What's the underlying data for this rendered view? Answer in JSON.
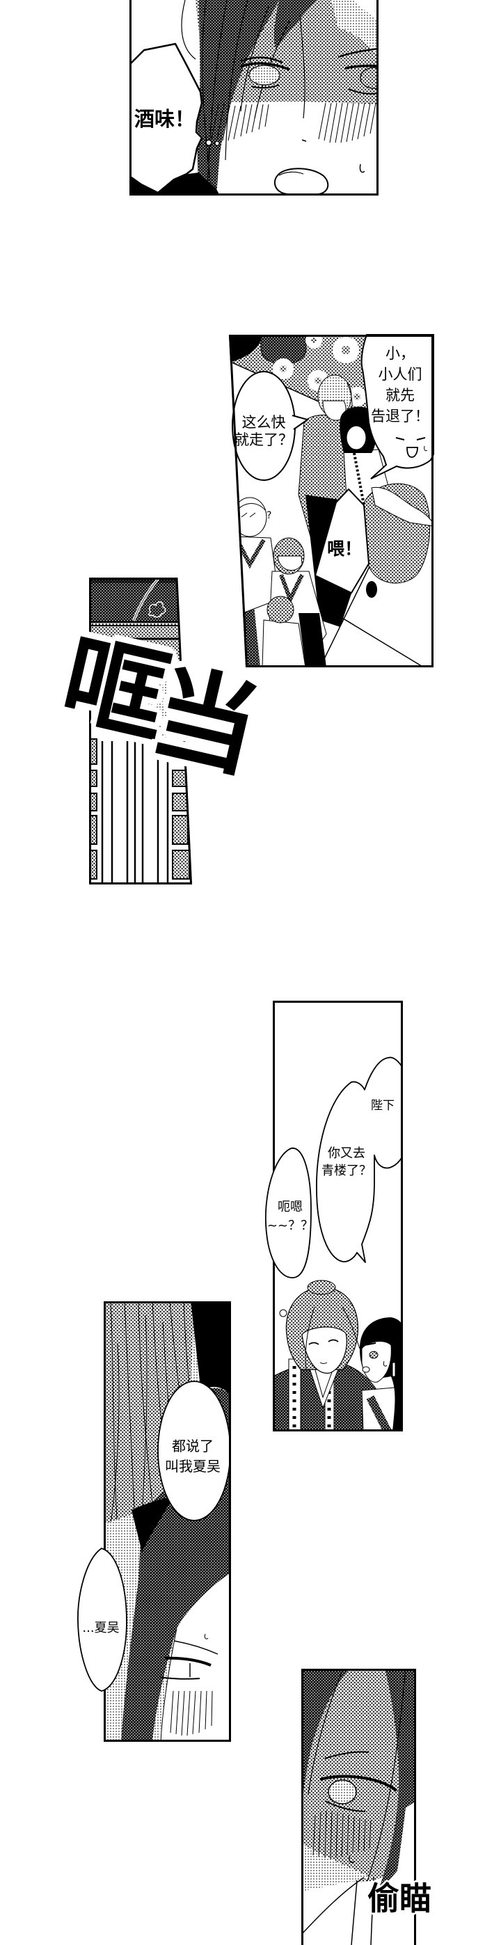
{
  "colors": {
    "ink": "#000000",
    "paper": "#ffffff",
    "screentone": "#8a8a8a"
  },
  "panels": [
    {
      "bubbles": [
        {
          "lines": [
            "酒味！"
          ]
        }
      ]
    },
    {
      "bubbles": [
        {
          "lines": [
            "这么快",
            "就走了？"
          ]
        },
        {
          "lines": [
            "小，",
            "小人们",
            "就先",
            "告退了！"
          ]
        },
        {
          "lines": [
            "喂！"
          ]
        }
      ],
      "marks": [
        "?"
      ]
    },
    {
      "sfx": [
        "哐",
        "当"
      ]
    },
    {
      "bubbles": [
        {
          "lines": [
            "陛下"
          ]
        },
        {
          "lines": [
            "你又去",
            "青楼了？"
          ]
        },
        {
          "lines": [
            "呃嗯",
            "~~？？"
          ]
        }
      ]
    },
    {
      "bubbles": [
        {
          "lines": [
            "都说了",
            "叫我夏吴"
          ]
        },
        {
          "lines": [
            "...夏吴"
          ]
        }
      ]
    },
    {
      "sfx": [
        "偷瞄"
      ]
    }
  ]
}
